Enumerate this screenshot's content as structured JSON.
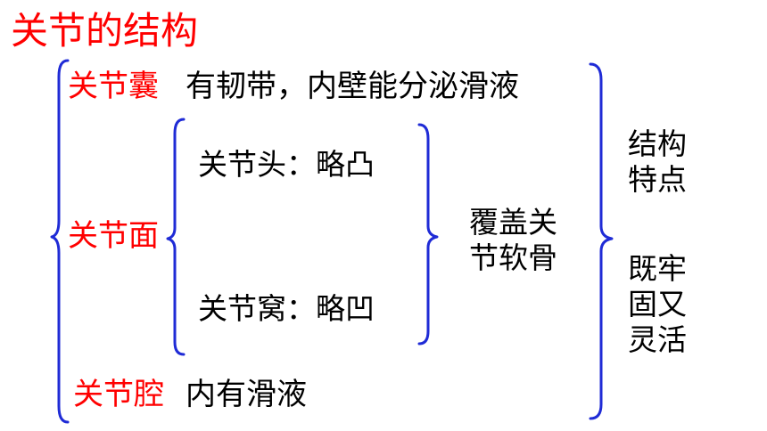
{
  "title": "关节的结构",
  "capsule": {
    "term": "关节囊",
    "desc": "有韧带，内壁能分泌滑液"
  },
  "surface": {
    "term": "关节面",
    "head": "关节头：略凸",
    "socket": "关节窝：略凹",
    "cartilage": [
      "覆盖关",
      "节软骨"
    ]
  },
  "cavity": {
    "term": "关节腔",
    "desc": "内有滑液"
  },
  "features": {
    "label": [
      "结构",
      "特点"
    ],
    "value": [
      "既牢",
      "固又",
      "灵活"
    ]
  },
  "colors": {
    "term": "#ff0000",
    "brace": "#1f2bd6",
    "text": "#000000"
  }
}
